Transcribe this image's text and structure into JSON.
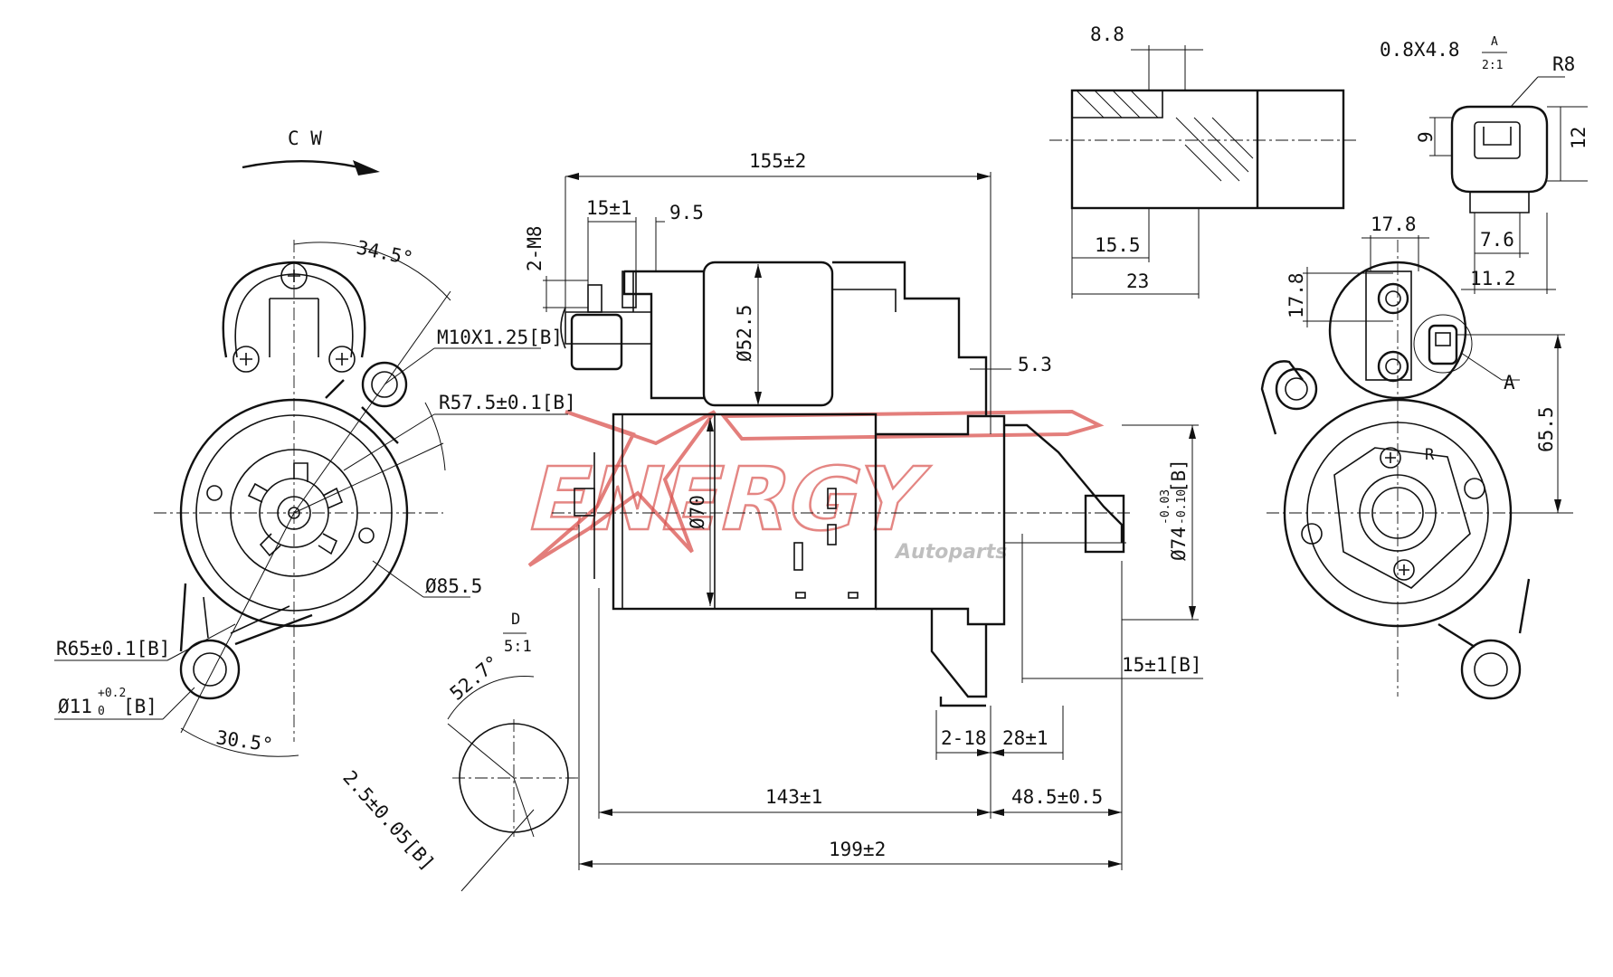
{
  "watermark": {
    "brand": "ENERGY",
    "sub": "Autoparts",
    "color": "#d9534f"
  },
  "left_view": {
    "rotation": "C W",
    "angle_top": "34.5°",
    "thread": "M10X1.25[B]",
    "radius_57": "R57.5±0.1[B]",
    "dia_85": "Ø85.5",
    "radius_65": "R65±0.1[B]",
    "hole_prefix": "Ø11",
    "hole_tol_upper": "+0.2",
    "hole_tol_lower": "0",
    "hole_suffix": "[B]",
    "angle_bottom": "30.5°"
  },
  "detail_d": {
    "label": "D",
    "scale": "5:1",
    "angle": "52.7°",
    "depth": "2.5±0.05[B]"
  },
  "side_view": {
    "overall_top": "155±2",
    "stud_offset": "15±1",
    "stud_width": "9.5",
    "studs": "2-M8",
    "dia_solenoid": "Ø52.5",
    "dia_motor": "Ø70",
    "gap_5_3": "5.3",
    "dia_74_prefix": "Ø74",
    "dia_74_tol_upper": "-0.03",
    "dia_74_tol_lower": "-0.10",
    "dia_74_suffix": "[B]",
    "pinion_offset": "15±1[B]",
    "holes_2_18": "2-18",
    "dim_28": "28±1",
    "dim_143": "143±1",
    "dim_48_5": "48.5±0.5",
    "overall_bottom": "199±2"
  },
  "connector_section": {
    "dim_8_8": "8.8",
    "dim_15_5": "15.5",
    "dim_23": "23"
  },
  "connector_detail": {
    "terminal": "0.8X4.8",
    "label": "A",
    "scale": "2:1",
    "radius": "R8",
    "dim_9": "9",
    "dim_12": "12",
    "dim_7_6": "7.6",
    "dim_11_2": "11.2"
  },
  "right_view": {
    "dim_17_8_h": "17.8",
    "dim_17_8_v": "17.8",
    "detail_ref": "A",
    "dim_65_5": "65.5",
    "radius_label": "R"
  }
}
